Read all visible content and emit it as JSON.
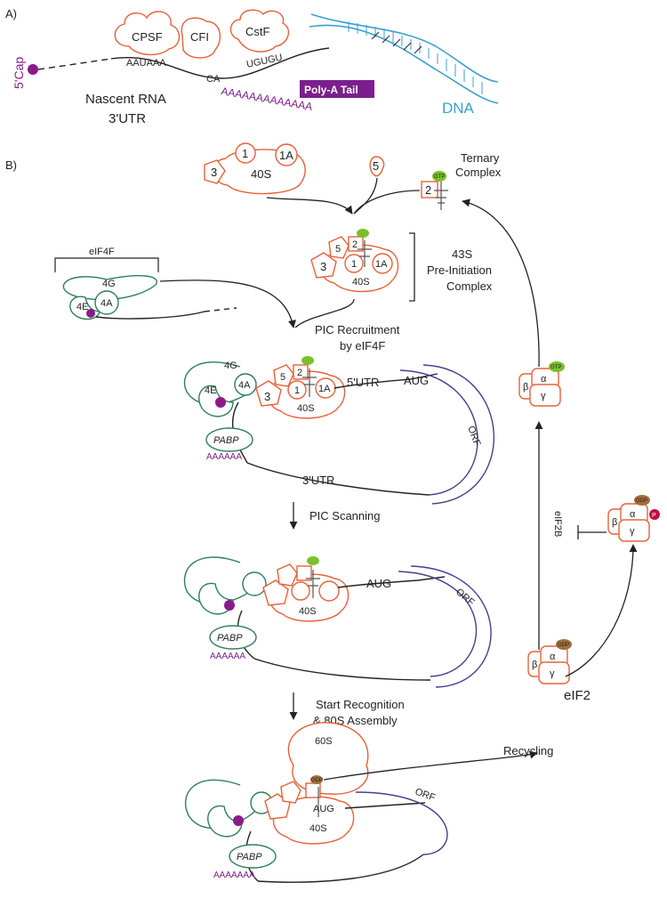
{
  "panel_a": {
    "label": "A)",
    "cap": "5'Cap",
    "cpsf": "CPSF",
    "cfi": "CFI",
    "cstf": "CstF",
    "aauaaa": "AAUAAA",
    "ca": "CA",
    "ugugu": "UGUGU",
    "polya_seq": "AAAAAAAAAAAAA",
    "polya_tail": "Poly-A Tail",
    "dna": "DNA",
    "nascent_rna": "Nascent RNA",
    "utr3": "3'UTR"
  },
  "panel_b": {
    "label": "B)",
    "factors": {
      "f3": "3",
      "f1": "1",
      "f1a": "1A",
      "f40s": "40S",
      "f5": "5",
      "f2": "2",
      "f4g": "4G",
      "f4a": "4A",
      "f4e": "4E",
      "f60s": "60S",
      "pabp": "PABP"
    },
    "gtp": "GTP",
    "gdp": "GDP",
    "p": "P",
    "ternary_complex": [
      "Ternary",
      "Complex"
    ],
    "pre_initiation": [
      "43S",
      "Pre-Initiation",
      "Complex"
    ],
    "eif4f": "eIF4F",
    "pic_recruitment": [
      "PIC Recruitment",
      "by eIF4F"
    ],
    "utr5": "5'UTR",
    "aug": "AUG",
    "orf": "ORF",
    "utr3": "3'UTR",
    "polya": "AAAAAA",
    "polya7": "AAAAAAA",
    "pic_scanning": "PIC Scanning",
    "start_recognition": [
      "Start Recognition",
      "& 80S Assembly"
    ],
    "recycling": "Recycling",
    "eif2": "eIF2",
    "eif2b": "eIF2B",
    "alpha": "α",
    "beta": "β",
    "gamma": "γ"
  },
  "colors": {
    "ribosome_outline": "#e8603a",
    "eif4f_outline": "#2e7d5e",
    "cap": "#8b1a8b",
    "polya_box": "#7b1f8c",
    "dna": "#3aa0d0",
    "orf": "#4a3d8f",
    "gtp": "#7ac02a",
    "gdp": "#a0703a",
    "phospho": "#c0103a"
  }
}
